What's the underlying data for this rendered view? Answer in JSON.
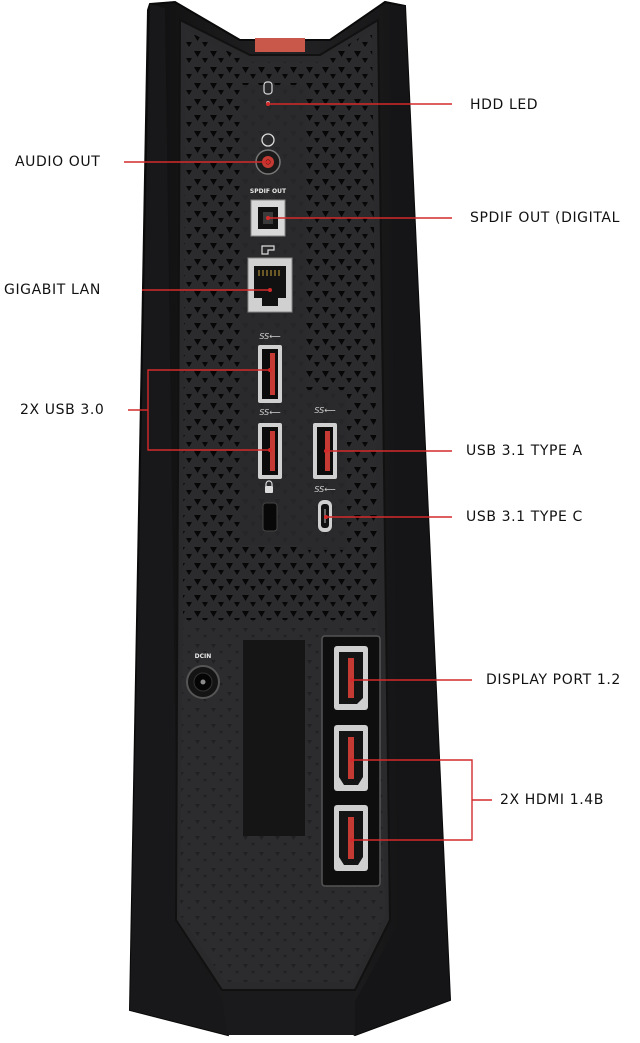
{
  "labels": {
    "hdd_led": "HDD LED",
    "audio_out": "AUDIO OUT",
    "spdif_out": "SPDIF OUT (DIGITAL",
    "gigabit_lan": "GIGABIT LAN",
    "usb30": "2X USB 3.0",
    "usb31a": "USB 3.1 TYPE A",
    "usb31c": "USB 3.1 TYPE C",
    "display_port": "DISPLAY PORT 1.2",
    "hdmi": "2X HDMI 1.4B"
  },
  "device_markings": {
    "spdif": "SPDIF OUT",
    "dcin": "DCIN"
  },
  "colors": {
    "callout_line": "#d42a2a",
    "chassis": "#1d1d1f",
    "panel": "#2a2a2c",
    "accent": "#c9584a"
  }
}
